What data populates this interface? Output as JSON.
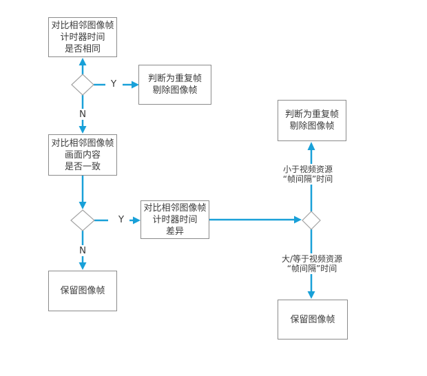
{
  "diagram": {
    "boxes": {
      "compare_timer": {
        "lines": [
          "对比相邻图像帧",
          "计时器时间",
          "是否相同"
        ]
      },
      "dup_remove_1": {
        "lines": [
          "判断为重复帧",
          "剔除图像帧"
        ]
      },
      "compare_content": {
        "lines": [
          "对比相邻图像帧",
          "画面内容",
          "是否一致"
        ]
      },
      "compare_timer_diff": {
        "lines": [
          "对比相邻图像帧",
          "计时器时间",
          "差异"
        ]
      },
      "keep_frame_1": {
        "lines": [
          "保留图像帧"
        ]
      },
      "dup_remove_2": {
        "lines": [
          "判断为重复帧",
          "剔除图像帧"
        ]
      },
      "keep_frame_2": {
        "lines": [
          "保留图像帧"
        ]
      }
    },
    "branch_labels": {
      "yes_1": "Y",
      "no_1": "N",
      "yes_2": "Y",
      "no_2": "N",
      "less_than_line1": "小于视频资源",
      "less_than_line2": "“帧间隔”时间",
      "greater_equal_line1": "大/等于视频资源",
      "greater_equal_line2": "“帧间隔”时间"
    },
    "colors": {
      "connector_blue": "#18a0d8",
      "box_border_gray": "#8a8a8a",
      "diamond_border_gray": "#a3a3a3",
      "text_dark": "#3a3a3a",
      "background": "#ffffff"
    }
  }
}
